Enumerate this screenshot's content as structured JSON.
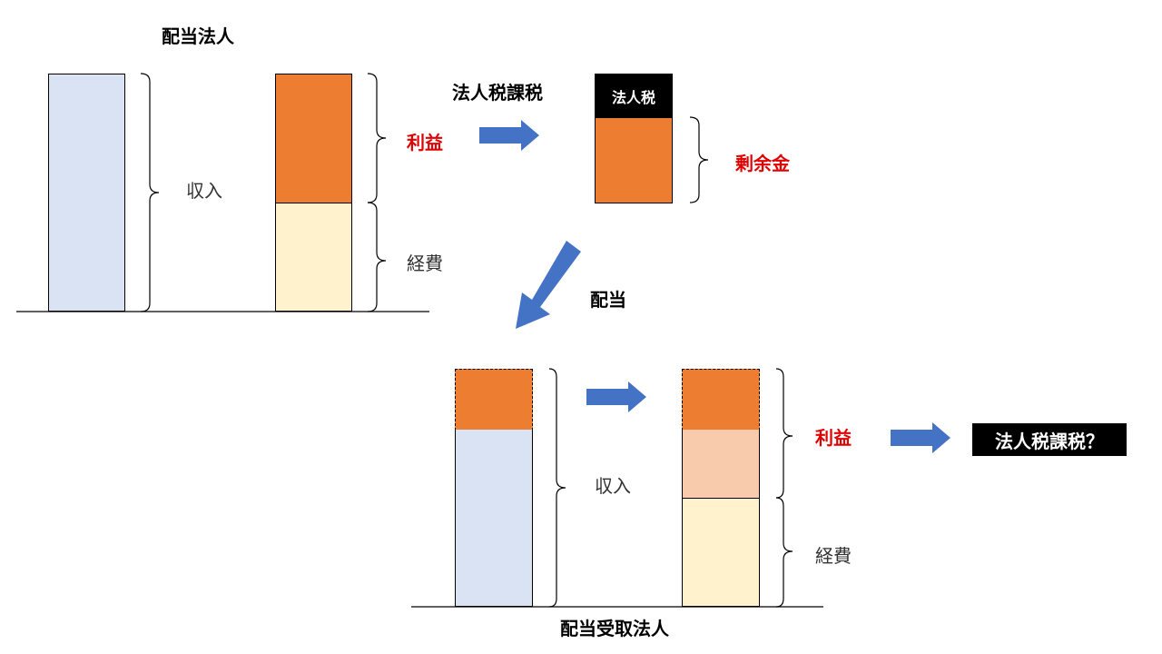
{
  "top": {
    "title": "配当法人",
    "income": "収入",
    "profit": "利益",
    "expenses": "経費",
    "tax_step": "法人税課税",
    "tax_block": "法人税",
    "surplus": "剰余金"
  },
  "dividend": "配当",
  "bottom": {
    "title": "配当受取法人",
    "income": "収入",
    "profit": "利益",
    "expenses": "経費",
    "question": "法人税課税？"
  },
  "colors": {
    "income": "#DAE3F3",
    "profit": "#ED7D31",
    "expenses": "#FFF2CC",
    "dividend_profit": "#F8CBAD",
    "arrow": "#4472C4",
    "tax": "#000000",
    "label_red": "#E00000"
  }
}
